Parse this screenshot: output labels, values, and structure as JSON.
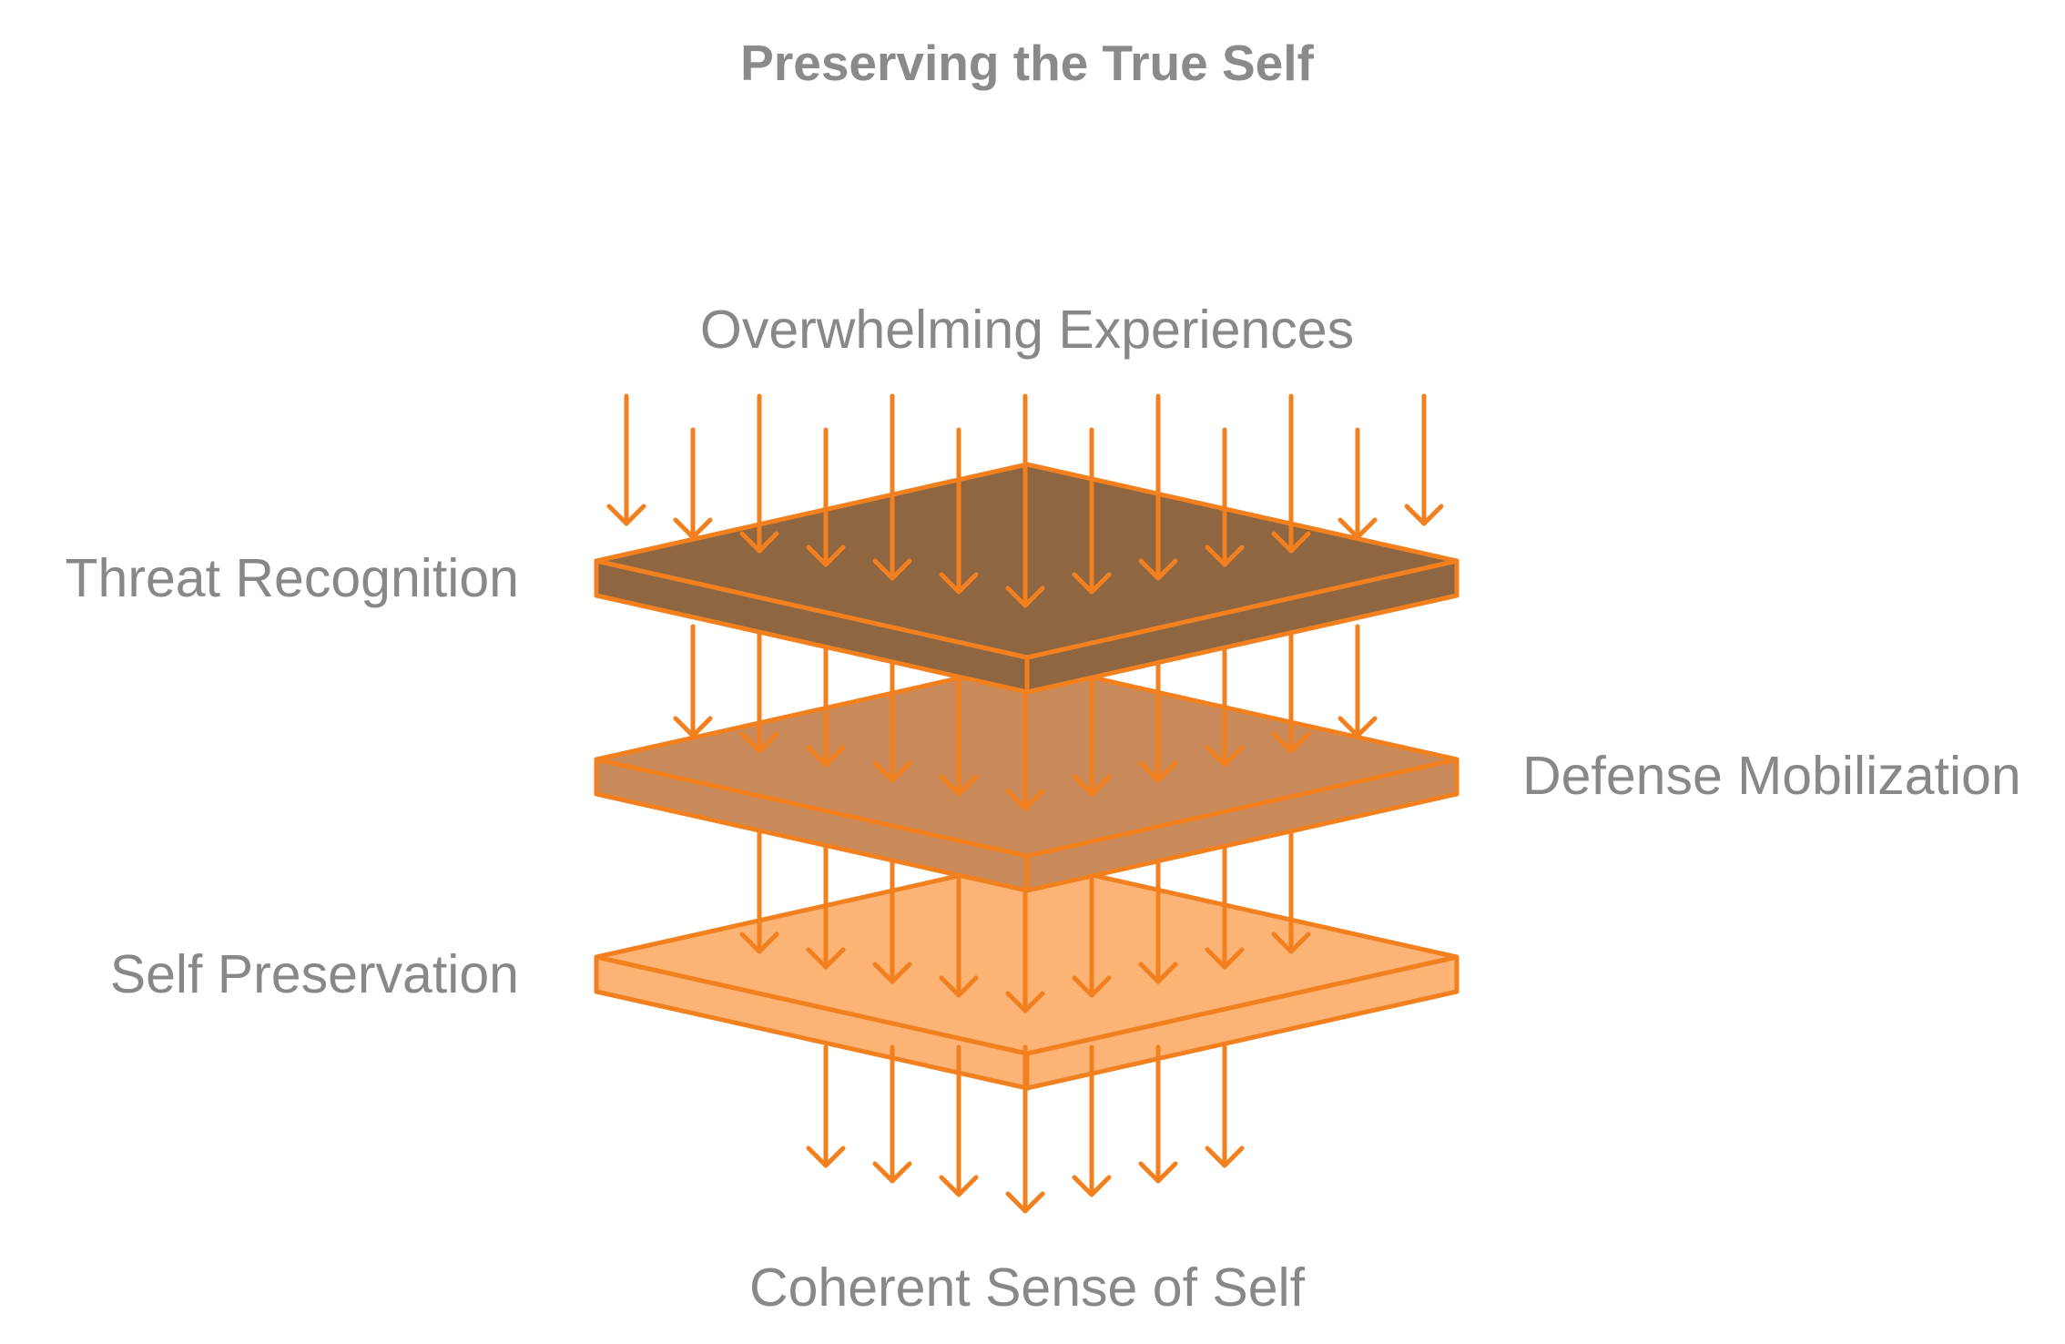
{
  "title": "Preserving the True Self",
  "top_label": "Overwhelming Experiences",
  "bottom_label": "Coherent Sense of Self",
  "layers": [
    {
      "label": "Threat Recognition",
      "color": "#8f6642",
      "side_color": "#8f6642"
    },
    {
      "label": "Defense Mobilization",
      "color": "#c98b5b",
      "side_color": "#c98b5b"
    },
    {
      "label": "Self Preservation",
      "color": "#fbb376",
      "side_color": "#fbb376"
    }
  ],
  "colors": {
    "arrow": "#f2801e",
    "text": "#888888"
  },
  "icons": {
    "arrow": "down-arrow-icon"
  }
}
